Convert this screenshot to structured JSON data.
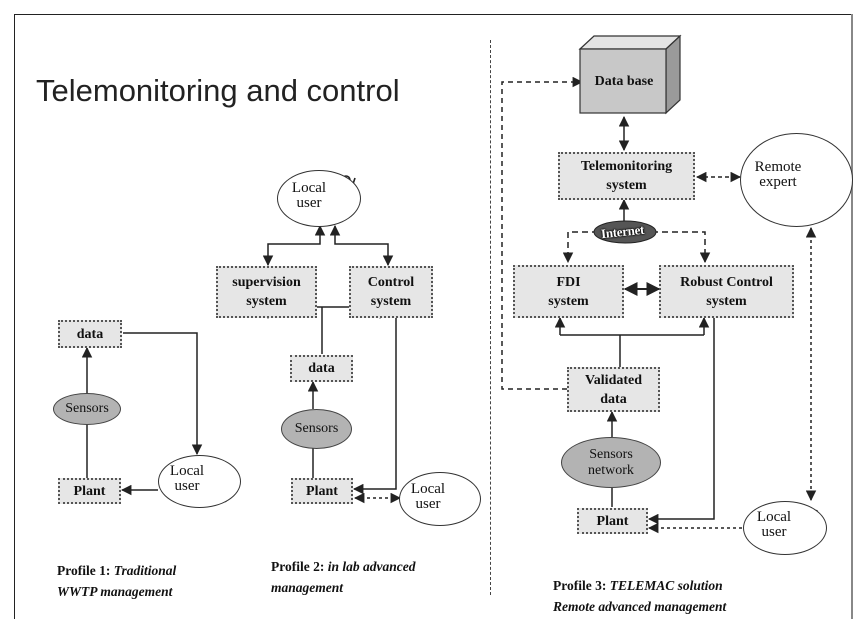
{
  "title": "Telemonitoring and control",
  "profile1": {
    "data_label": "data",
    "sensors_label": "Sensors",
    "plant_label": "Plant",
    "local_user_label": [
      "Local",
      "user"
    ],
    "caption_prefix": "Profile 1: ",
    "caption_italic_1": "Traditional",
    "caption_italic_2": "WWTP management"
  },
  "profile2": {
    "local_user_top_label": [
      "Local",
      "user"
    ],
    "supervision_label": [
      "supervision",
      "system"
    ],
    "control_label": [
      "Control",
      "system"
    ],
    "data_label": "data",
    "sensors_label": "Sensors",
    "plant_label": "Plant",
    "local_user_label": [
      "Local",
      "user"
    ],
    "caption_prefix": "Profile 2: ",
    "caption_italic_1": "in lab advanced",
    "caption_italic_2": "management"
  },
  "profile3": {
    "database_label": "Data base",
    "telemonitoring_label": [
      "Telemonitoring",
      "system"
    ],
    "remote_expert_label": [
      "Remote",
      "expert"
    ],
    "internet_label": "Internet",
    "fdi_label": [
      "FDI",
      "system"
    ],
    "robust_control_label": [
      "Robust Control",
      "system"
    ],
    "validated_label": [
      "Validated",
      "data"
    ],
    "sensors_network_label": [
      "Sensors",
      "network"
    ],
    "plant_label": "Plant",
    "local_user_label": [
      "Local",
      "user"
    ],
    "caption_prefix": "Profile 3: ",
    "caption_italic_1": "TELEMAC solution",
    "caption_italic_2": "Remote advanced management"
  }
}
